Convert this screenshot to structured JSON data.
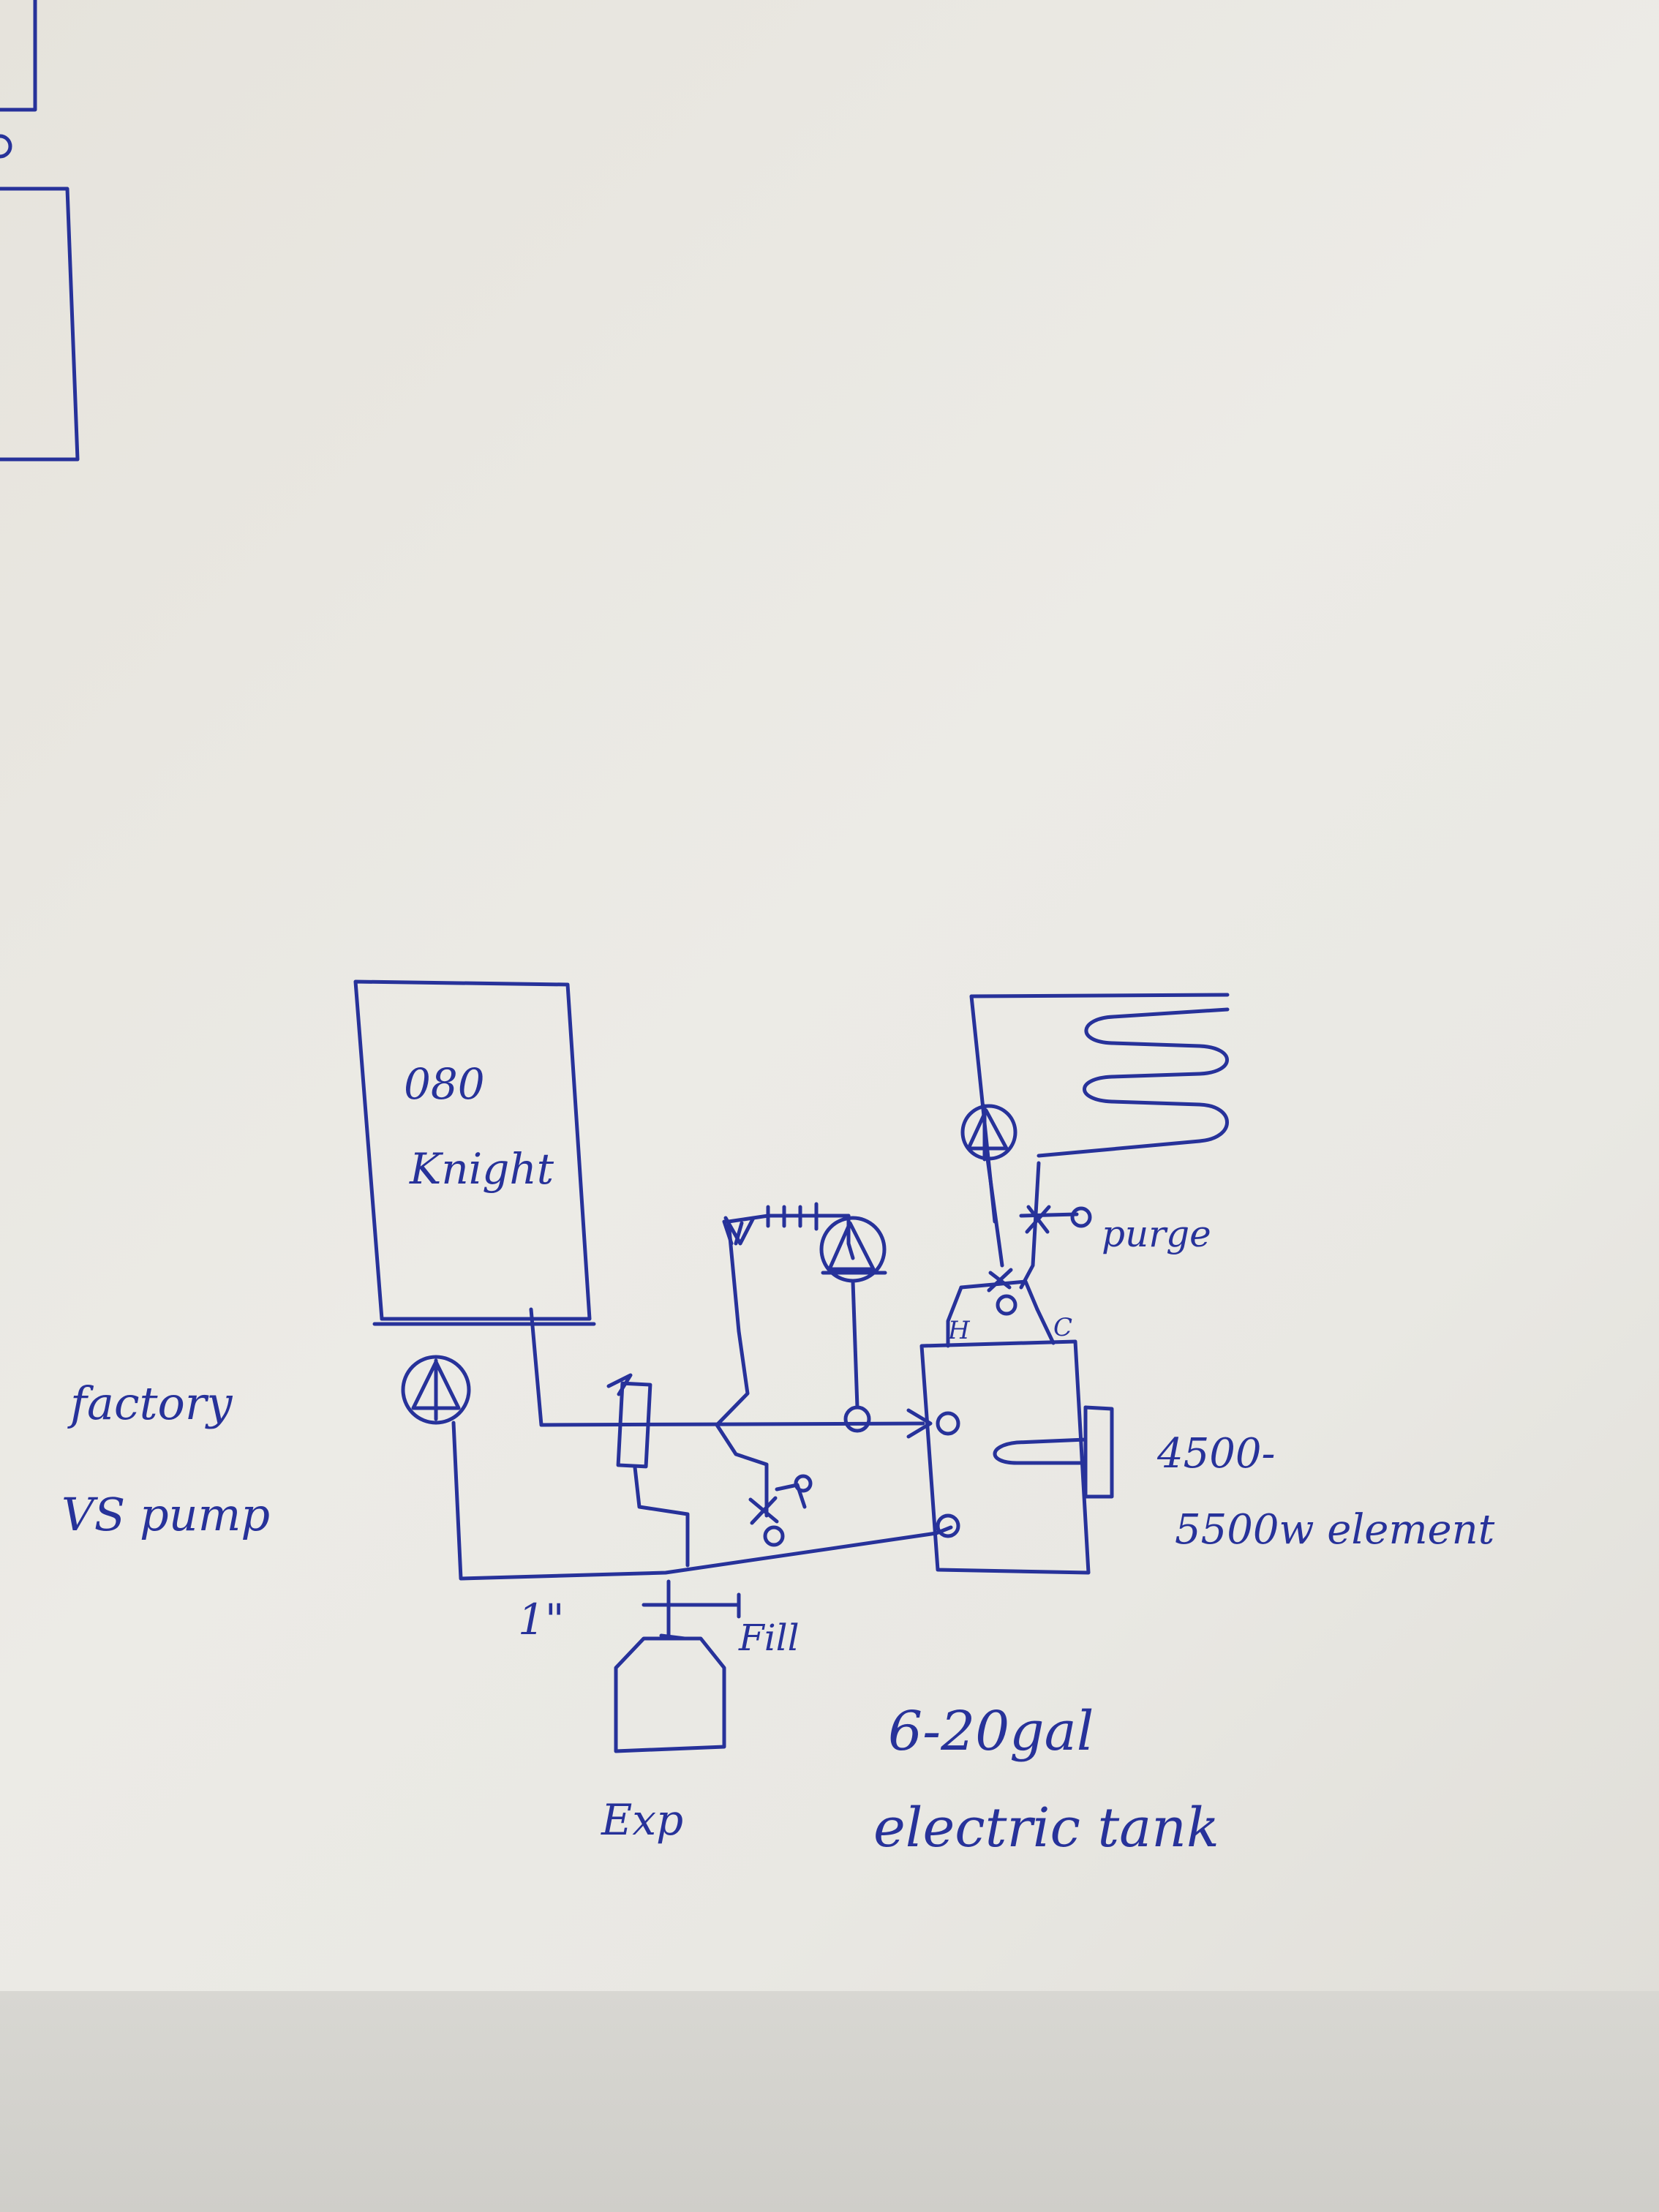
{
  "labels": {
    "boiler_model": "080",
    "boiler_brand": "Knight",
    "boiler_pump_line1": "factory",
    "boiler_pump_line2": "VS pump",
    "pipe_size": "1\"",
    "fill": "Fill",
    "expansion_tank": "Exp",
    "purge": "purge",
    "hot": "H",
    "cold": "C",
    "element_line1": "4500-",
    "element_line2": "5500w element",
    "tank_line1": "6-20gal",
    "tank_line2": "electric tank"
  },
  "colors": {
    "ink": "#27329a",
    "paper": "#e9e8e3"
  },
  "icons": [
    "circulator-pump-icon",
    "valve-icon",
    "check-valve-icon",
    "expansion-tank-icon",
    "radiant-loop-icon",
    "heating-element-icon"
  ]
}
